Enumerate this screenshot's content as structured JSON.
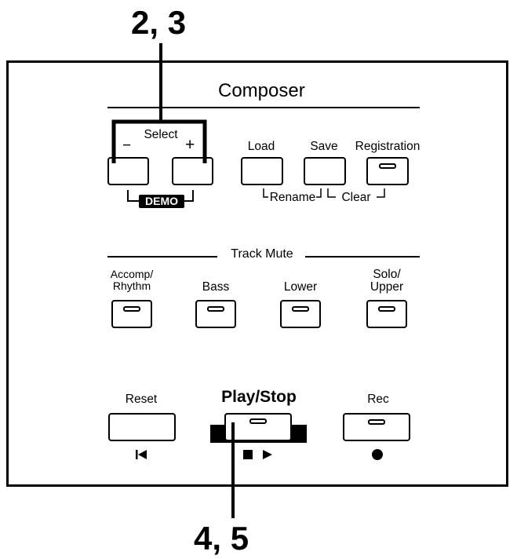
{
  "callouts": {
    "top": "2, 3",
    "bottom": "4, 5"
  },
  "section_title": "Composer",
  "select": {
    "label": "Select",
    "minus": "−",
    "plus": "+",
    "demo": "DEMO"
  },
  "buttons": {
    "load": "Load",
    "save": "Save",
    "registration": "Registration",
    "rename": "Rename",
    "clear": "Clear"
  },
  "track_mute": {
    "title": "Track Mute",
    "accomp_line1": "Accomp/",
    "accomp_line2": "Rhythm",
    "bass": "Bass",
    "lower": "Lower",
    "solo_line1": "Solo/",
    "solo_line2": "Upper"
  },
  "transport": {
    "reset": "Reset",
    "play_stop": "Play/Stop",
    "rec": "Rec",
    "reset_symbol": "⏮",
    "stop_symbol": "■",
    "play_symbol": "▶",
    "rec_symbol": "●"
  }
}
